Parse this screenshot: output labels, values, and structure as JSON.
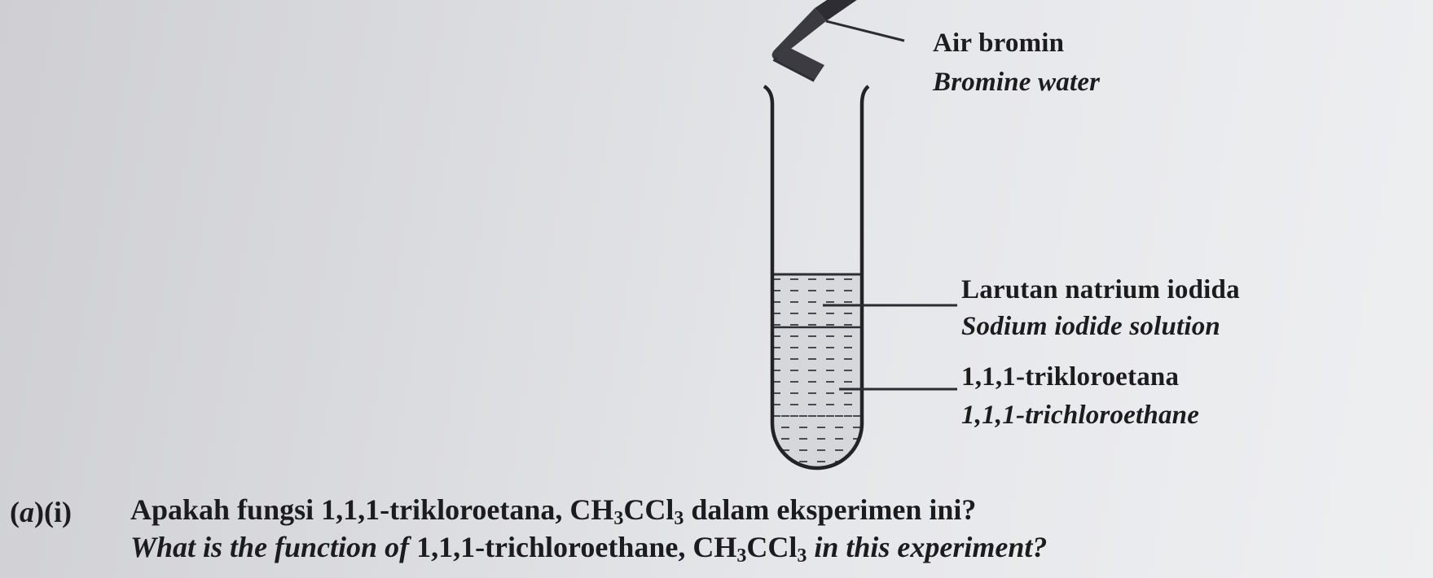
{
  "diagram": {
    "labels": {
      "bromine_ms": "Air bromin",
      "bromine_en": "Bromine water",
      "naI_ms": "Larutan natrium iodida",
      "naI_en": "Sodium iodide solution",
      "tce_ms": "1,1,1-trikloroetana",
      "tce_en": "1,1,1-trichloroethane"
    }
  },
  "question": {
    "number_open": "(",
    "number_a": "a",
    "number_rest": ")(i)",
    "ms_before": "Apakah fungsi 1,1,1-trikloroetana, ",
    "ms_formula_ch": "CH",
    "ms_formula_sub1": "3",
    "ms_formula_ccl": "CCl",
    "ms_formula_sub2": "3",
    "ms_after": " dalam eksperimen ini?",
    "en_before": "What is the function of ",
    "en_tce": "1,1,1-trichloroethane, ",
    "en_formula_ch": "CH",
    "en_formula_sub1": "3",
    "en_formula_ccl": "CCl",
    "en_formula_sub2": "3",
    "en_after": " in this experiment?"
  }
}
